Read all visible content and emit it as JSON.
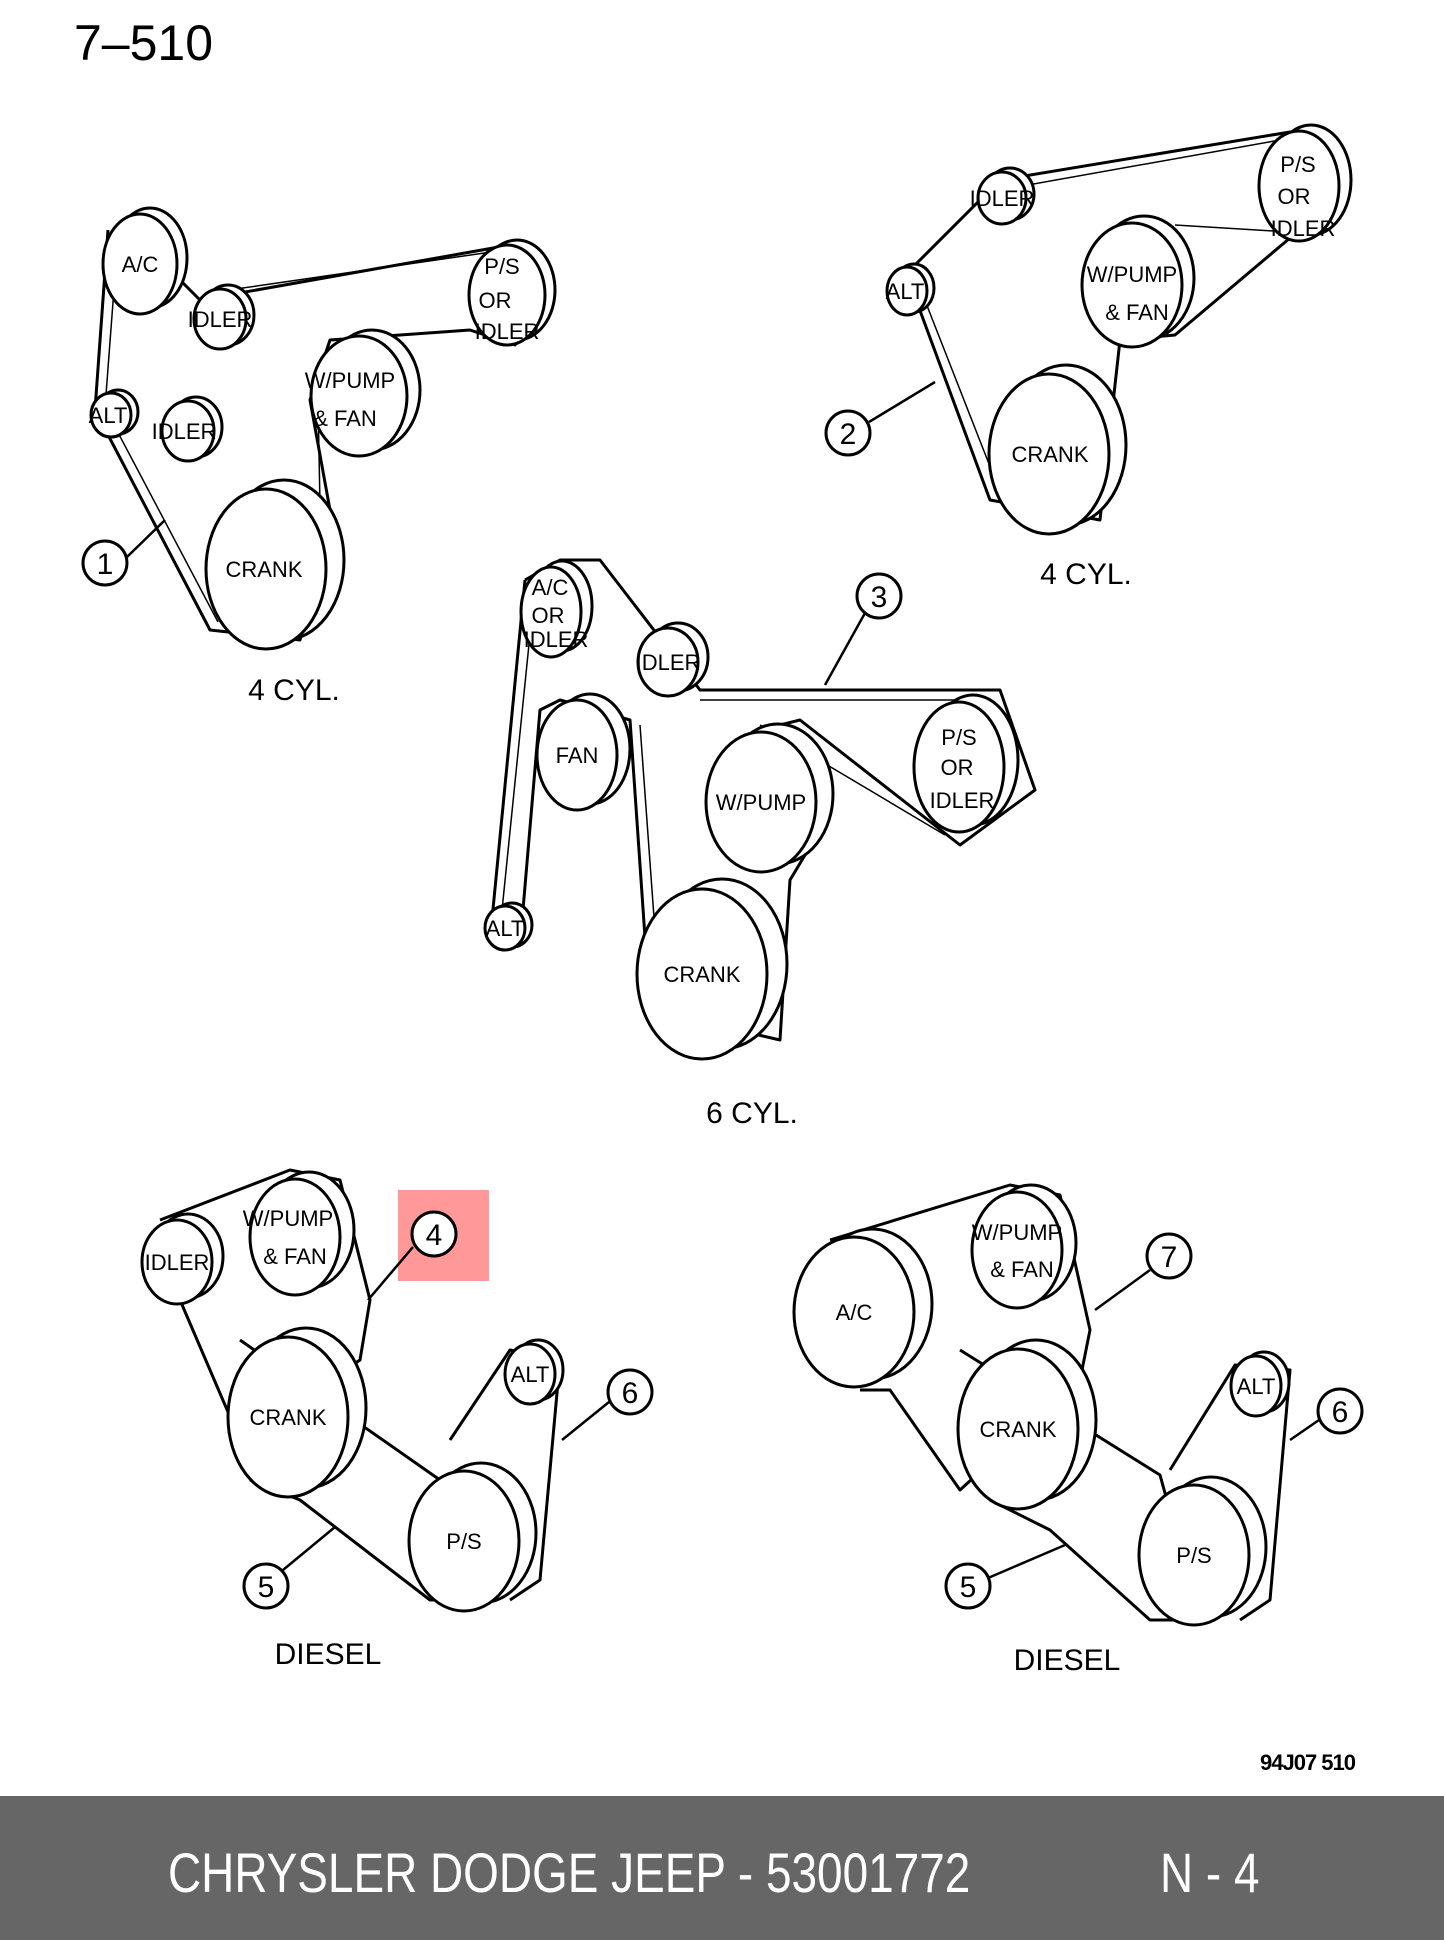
{
  "page_number": "7–510",
  "figure_code": "94J07 510",
  "labels": {
    "ac": "A/C",
    "idler": "IDLER",
    "alt": "ALT",
    "crank": "CRANK",
    "fan": "FAN",
    "wpump": "W/PUMP",
    "ps": "P/S",
    "or": "OR",
    "and_fan": "& FAN"
  },
  "diagrams": [
    {
      "caption": "4 CYL.",
      "callouts": [
        "1"
      ]
    },
    {
      "caption": "4 CYL.",
      "callouts": [
        "2"
      ]
    },
    {
      "caption": "6 CYL.",
      "callouts": [
        "3"
      ]
    },
    {
      "caption": "DIESEL",
      "callouts": [
        "4",
        "5",
        "6"
      ],
      "highlighted_callout": "4"
    },
    {
      "caption": "DIESEL",
      "callouts": [
        "7",
        "5",
        "6"
      ]
    }
  ],
  "highlight_color": "#ff4646",
  "footer": {
    "part_text": "CHRYSLER DODGE JEEP - 53001772",
    "position_text": "N - 4",
    "background": "#666666"
  }
}
